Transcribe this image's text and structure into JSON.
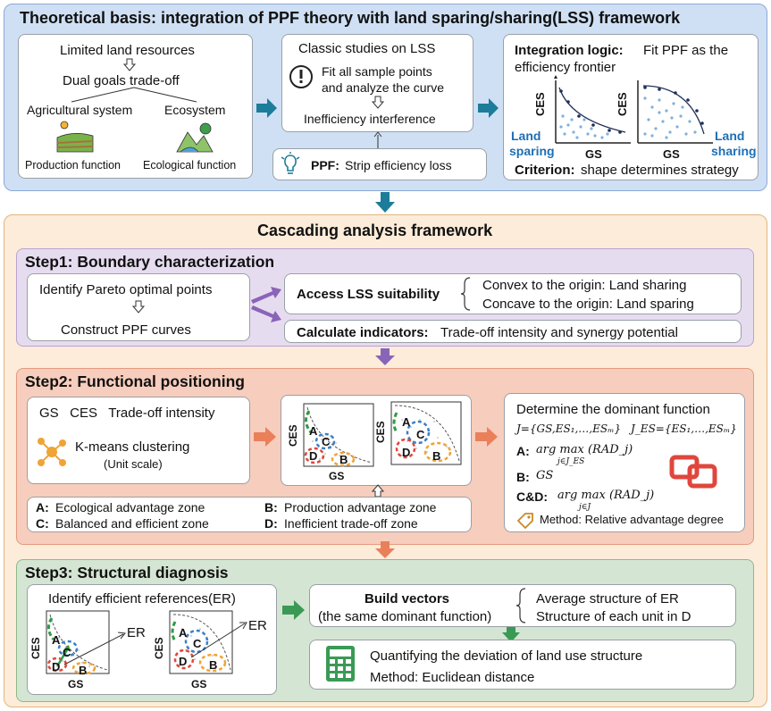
{
  "top": {
    "title": "Theoretical basis: integration of PPF theory with land sparing/sharing(LSS) framework",
    "left": {
      "line1": "Limited land resources",
      "line2": "Dual goals trade-off",
      "agri": "Agricultural system",
      "eco": "Ecosystem",
      "prod_fn": "Production function",
      "eco_fn": "Ecological function"
    },
    "middle": {
      "title": "Classic studies on LSS",
      "fit": "Fit all sample points",
      "analyze": "and analyze the curve",
      "interf": "Inefficiency interference",
      "ppf_label": "PPF:",
      "ppf_text": "Strip efficiency loss"
    },
    "right": {
      "logic_label": "Integration logic:",
      "logic_text1": "Fit  PPF as the",
      "logic_text2": "efficiency frontier",
      "ces": "CES",
      "gs": "GS",
      "land_sparing_1": "Land",
      "land_sparing_2": "sparing",
      "land_sharing_1": "Land",
      "land_sharing_2": "sharing",
      "criterion_label": "Criterion:",
      "criterion_text": "shape determines strategy"
    }
  },
  "bottom": {
    "title": "Cascading analysis framework",
    "step1": {
      "title": "Step1: Boundary characterization",
      "identify": "Identify Pareto optimal points",
      "construct": "Construct PPF curves",
      "access": "Access LSS suitability",
      "convex": "Convex to the origin: Land sharing",
      "concave": "Concave to the origin: Land sparing",
      "calc_label": "Calculate indicators:",
      "calc_text": "Trade-off intensity and synergy potential"
    },
    "step2": {
      "title": "Step2: Functional positioning",
      "vars": "GS   CES   Trade-off intensity",
      "kmeans": "K-means clustering",
      "unit": "(Unit scale)",
      "ces": "CES",
      "gs": "GS",
      "zone_a_key": "A:",
      "zone_a": "Ecological advantage zone",
      "zone_b_key": "B:",
      "zone_b": "Production advantage zone",
      "zone_c_key": "C:",
      "zone_c": "Balanced and efficient zone",
      "zone_d_key": "D:",
      "zone_d": "Inefficient trade-off zone",
      "dom_title": "Determine the dominant function",
      "j_set": "J={GS,ES₁,…,ESₘ}",
      "jes_set": "J_ES={ES₁,…,ESₘ}",
      "a_key": "A:",
      "a_formula": "arg max (RAD_j)",
      "a_sub": "j∈J_ES",
      "b_key": "B:",
      "b_formula": "GS",
      "cd_key": "C&D:",
      "cd_formula": "arg max (RAD_j)",
      "cd_sub": "j∈J",
      "method": "Method: Relative advantage degree",
      "labels": [
        "A",
        "B",
        "C",
        "D"
      ]
    },
    "step3": {
      "title": "Step3: Structural diagnosis",
      "identify": "Identify efficient references(ER)",
      "er": "ER",
      "ces": "CES",
      "gs": "GS",
      "build": "Build vectors",
      "same": "(the same dominant function)",
      "avg": "Average structure of ER",
      "each": "Structure of each unit in D",
      "quant": "Quantifying the deviation of land use structure",
      "method": "Method: Euclidean distance",
      "labels": [
        "A",
        "B",
        "C",
        "D"
      ]
    }
  },
  "colors": {
    "blue_arrow": "#1c7c9a",
    "purple_arrow": "#8a64b8",
    "orange_arrow": "#e9805a",
    "green_arrow": "#3a9a55",
    "zone_green": "#2f9a44",
    "zone_red": "#e0463c",
    "zone_blue": "#3b7fc6",
    "zone_orange": "#f0a336"
  }
}
